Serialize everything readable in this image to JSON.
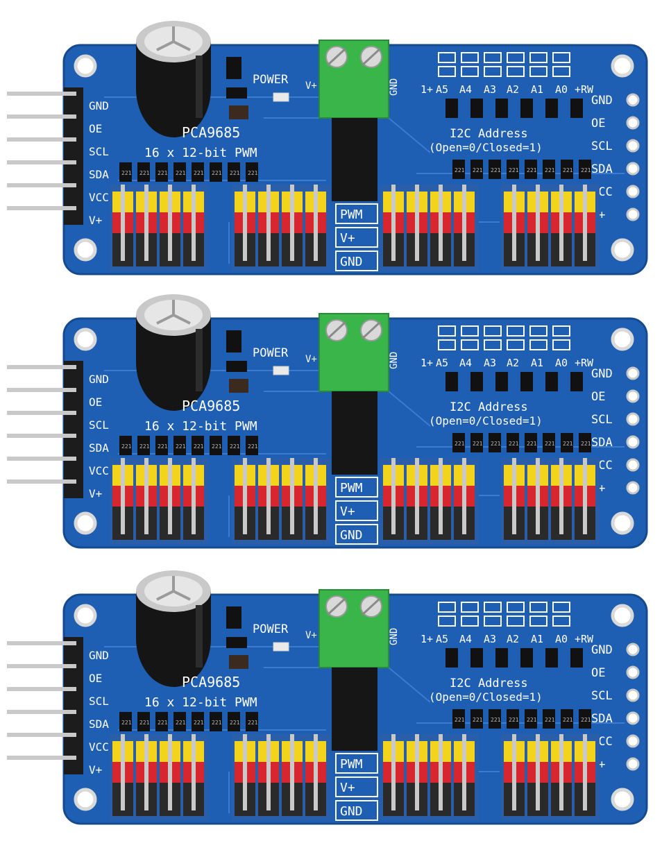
{
  "colors": {
    "pcb": "#1f5fb3",
    "pcb_edge": "#164a8f",
    "trace": "#3b7bd0",
    "header_black": "#1c1c1c",
    "pin_yellow": "#f2d41c",
    "pin_red": "#d8262e",
    "pin_black": "#2a2a2a",
    "terminal_green": "#39b54a",
    "pin_metal": "#c9c9c9"
  },
  "board": {
    "chip_label": "PCA9685",
    "subtitle": "16 x 12-bit PWM",
    "power_label": "POWER",
    "vplus_label": "V+",
    "gnd_label": "GND",
    "address_title": "I2C Address",
    "address_note": "(Open=0/Closed=1)",
    "address_pins": [
      "1+",
      "A5",
      "A4",
      "A3",
      "A2",
      "A1",
      "A0",
      "+RW"
    ],
    "left_pins": [
      "GND",
      "OE",
      "SCL",
      "SDA",
      "VCC",
      "V+"
    ],
    "right_pins": [
      "GND",
      "OE",
      "SCL",
      "SDA",
      "VCC",
      "V+"
    ],
    "center_labels": [
      "PWM",
      "V+",
      "GND"
    ],
    "resistor_code": "221"
  },
  "boards": [
    {
      "id": "board-1"
    },
    {
      "id": "board-2"
    },
    {
      "id": "board-3"
    }
  ]
}
